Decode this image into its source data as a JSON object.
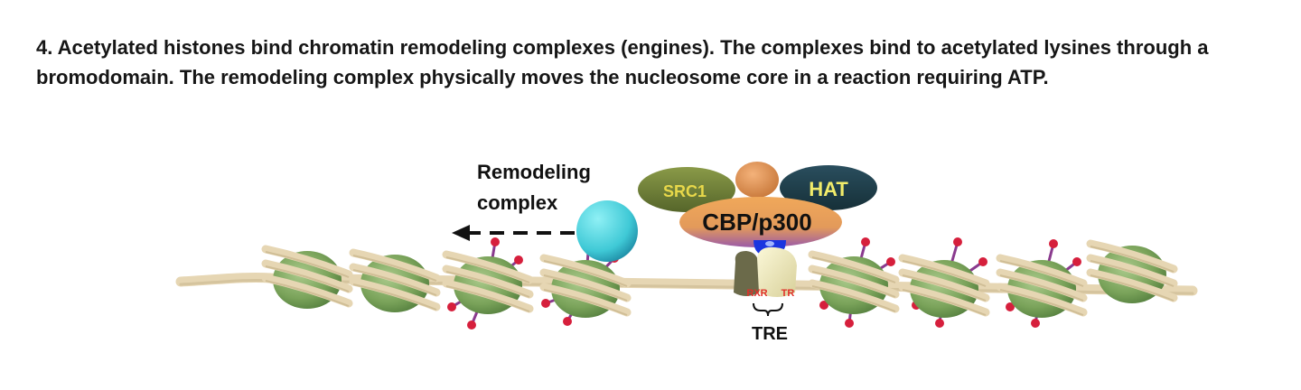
{
  "caption": "4. Acetylated histones bind chromatin remodeling complexes (engines). The complexes bind to acetylated lysines through a bromodomain. The remodeling complex physically moves the nucleosome core in a reaction requiring ATP.",
  "labels": {
    "remodeling_line1": "Remodeling",
    "remodeling_line2": "complex",
    "src1": "SRC1",
    "hat": "HAT",
    "cbp": "CBP/p300",
    "rxr": "RXR",
    "tr": "TR",
    "tre": "TRE"
  },
  "colors": {
    "dna": "#e6d6b3",
    "nucleosome": "#7aa35a",
    "acetyl_cap": "#d61f3c",
    "acetyl_stalk": "#8a3a8e",
    "remodeling_complex": "#4fd3df",
    "src1": "#6f7f3a",
    "hat": "#1e3d4a",
    "cbp": "#e8984f",
    "rxr": "#6b6a4a",
    "tr": "#f5f0b8",
    "coactivator_link": "#1a35e0"
  }
}
